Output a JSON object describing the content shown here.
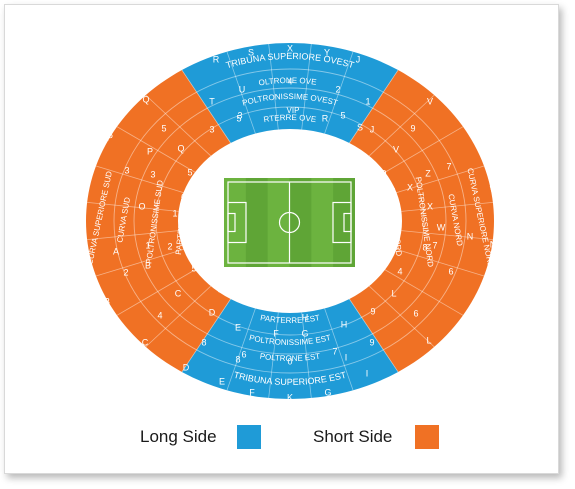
{
  "colors": {
    "long_side": "#1f9bd7",
    "short_side": "#f07124",
    "pitch": "#6cb33f",
    "pitch_stripe": "#5fa536",
    "lines": "#ffffff"
  },
  "legend": {
    "long_side": "Long Side",
    "short_side": "Short Side"
  },
  "sectors": {
    "ovest": {
      "tribuna": "TRIBUNA SUPERIORE OVEST",
      "poltrone": "POLTRONE OVEST",
      "vip": "VIP",
      "poltronissime": "POLTRONISSIME OVEST",
      "parterre": "PARTERRE OVEST"
    },
    "est": {
      "parterre": "PARTERRE EST",
      "poltronissime": "POLTRONISSIME EST",
      "poltrone": "POLTRONE EST",
      "tribuna": "TRIBUNA SUPERIORE EST"
    },
    "sud": {
      "curva_superiore": "CURVA SUPERIORE SUD",
      "curva": "CURVA SUD",
      "poltronissime": "POLTRONISSIME SUD",
      "parterre": "PARTERRE SUD"
    },
    "nord": {
      "parterre": "PARTERRE NORD",
      "poltronissime": "POLTRONISSIME NORD",
      "curva": "CURVA NORD",
      "curva_superiore": "CURVA SUPERIORE NORD"
    }
  },
  "block_labels": {
    "west": [
      "R",
      "S",
      "X",
      "Y",
      "J",
      "T",
      "U",
      "4",
      "2",
      "1",
      "3",
      "5",
      "R",
      "S",
      "J",
      "T",
      "U",
      "4",
      "2",
      "1",
      "3",
      "5"
    ],
    "east": [
      "8",
      "7",
      "D",
      "6",
      "0",
      "H",
      "E",
      "F",
      "G",
      "8",
      "6",
      "7",
      "9",
      "D",
      "E",
      "F",
      "K",
      "G",
      "H",
      "9",
      "I",
      "I",
      "8",
      "0"
    ],
    "south": [
      "Q",
      "P",
      "5",
      "O",
      "3",
      "5",
      "Q",
      "A",
      "B",
      "C",
      "4",
      "C",
      "B",
      "P",
      "O",
      "A",
      "2",
      "1",
      "3",
      "5",
      "1",
      "2",
      "4"
    ],
    "north": [
      "V",
      "9",
      "Z",
      "W",
      "N",
      "L",
      "V",
      "9",
      "7",
      "X",
      "N",
      "W",
      "Z",
      "X",
      "L",
      "4",
      "6",
      "8",
      "7",
      "6",
      "8",
      "L",
      "W",
      "9",
      "5"
    ]
  }
}
